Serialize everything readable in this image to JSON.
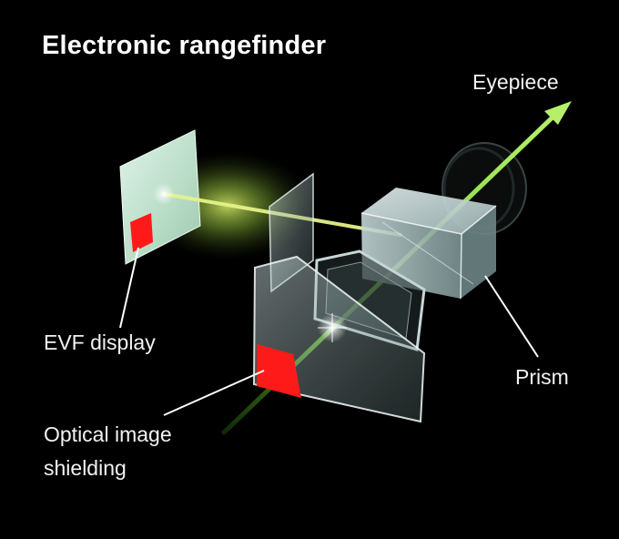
{
  "title": "Electronic rangefinder",
  "labels": {
    "eyepiece": "Eyepiece",
    "evf_display": "EVF display",
    "prism": "Prism",
    "optical_shielding_line1": "Optical image",
    "optical_shielding_line2": "shielding"
  },
  "colors": {
    "background": "#000000",
    "text": "#f2f2f2",
    "light_ray": "#9be24a",
    "evf_ray": "#e6f28a",
    "marker_red": "#ff1a1a",
    "glass": "#a9c7c7"
  }
}
